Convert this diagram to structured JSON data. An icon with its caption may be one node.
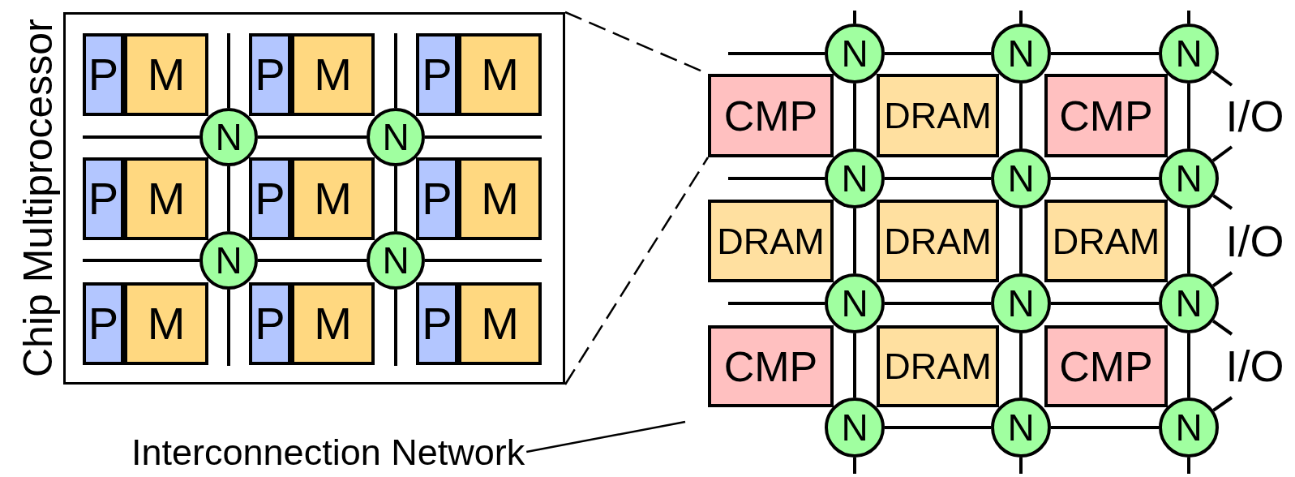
{
  "diagram": {
    "nodes": [
      {
        "text": [
          "Chip Multiprocessor"
        ]
      },
      {
        "text": [
          "P"
        ],
        "in": 0
      },
      {
        "text": [
          "M"
        ],
        "in": 0
      },
      {
        "text": [
          "P"
        ],
        "in": 0
      },
      {
        "text": [
          "M"
        ],
        "in": 0
      },
      {
        "text": [
          "P"
        ],
        "in": 0
      },
      {
        "text": [
          "M"
        ],
        "in": 0
      },
      {
        "text": [
          "N"
        ],
        "in": 0
      },
      {
        "text": [
          "N"
        ],
        "in": 0
      },
      {
        "text": [
          "P"
        ],
        "in": 0
      },
      {
        "text": [
          "M"
        ],
        "in": 0
      },
      {
        "text": [
          "P"
        ],
        "in": 0
      },
      {
        "text": [
          "M"
        ],
        "in": 0
      },
      {
        "text": [
          "P"
        ],
        "in": 0
      },
      {
        "text": [
          "M"
        ],
        "in": 0
      },
      {
        "text": [
          "N"
        ],
        "in": 0
      },
      {
        "text": [
          "N"
        ],
        "in": 0
      },
      {
        "text": [
          "P"
        ],
        "in": 0
      },
      {
        "text": [
          "M"
        ],
        "in": 0
      },
      {
        "text": [
          "P"
        ],
        "in": 0
      },
      {
        "text": [
          "M"
        ],
        "in": 0
      },
      {
        "text": [
          "P"
        ],
        "in": 0
      },
      {
        "text": [
          "M"
        ],
        "in": 0
      },
      {
        "text": [
          "N"
        ]
      },
      {
        "text": [
          "N"
        ]
      },
      {
        "text": [
          "N"
        ]
      },
      {
        "text": [
          "CMP"
        ]
      },
      {
        "text": [
          "DRAM"
        ]
      },
      {
        "text": [
          "CMP"
        ]
      },
      {
        "text": [
          "I/O"
        ]
      },
      {
        "text": [
          "N"
        ]
      },
      {
        "text": [
          "N"
        ]
      },
      {
        "text": [
          "N"
        ]
      },
      {
        "text": [
          "DRAM"
        ]
      },
      {
        "text": [
          "DRAM"
        ]
      },
      {
        "text": [
          "DRAM"
        ]
      },
      {
        "text": [
          "I/O"
        ]
      },
      {
        "text": [
          "N"
        ]
      },
      {
        "text": [
          "N"
        ]
      },
      {
        "text": [
          "N"
        ]
      },
      {
        "text": [
          "CMP"
        ]
      },
      {
        "text": [
          "DRAM"
        ]
      },
      {
        "text": [
          "CMP"
        ]
      },
      {
        "text": [
          "I/O"
        ]
      },
      {
        "text": [
          "N"
        ]
      },
      {
        "text": [
          "N"
        ]
      },
      {
        "text": [
          "N"
        ]
      },
      {
        "text": [
          "Interconnection Network"
        ]
      }
    ],
    "edges": [
      {
        "from": 7,
        "to": 8,
        "arrow": "none"
      },
      {
        "from": 15,
        "to": 16,
        "arrow": "none"
      },
      {
        "from": 7,
        "to": 15,
        "arrow": "none"
      },
      {
        "from": 8,
        "to": 16,
        "arrow": "none"
      },
      {
        "from": 0,
        "to": 26,
        "arrow": "none",
        "style": "dashed"
      },
      {
        "from": 0,
        "to": 26,
        "arrow": "none",
        "style": "dashed"
      },
      {
        "from": 23,
        "to": 24,
        "arrow": "none"
      },
      {
        "from": 24,
        "to": 25,
        "arrow": "none"
      },
      {
        "from": 30,
        "to": 31,
        "arrow": "none"
      },
      {
        "from": 31,
        "to": 32,
        "arrow": "none"
      },
      {
        "from": 37,
        "to": 38,
        "arrow": "none"
      },
      {
        "from": 38,
        "to": 39,
        "arrow": "none"
      },
      {
        "from": 44,
        "to": 45,
        "arrow": "none"
      },
      {
        "from": 45,
        "to": 46,
        "arrow": "none"
      },
      {
        "from": 23,
        "to": 30,
        "arrow": "none"
      },
      {
        "from": 30,
        "to": 37,
        "arrow": "none"
      },
      {
        "from": 37,
        "to": 44,
        "arrow": "none"
      },
      {
        "from": 24,
        "to": 31,
        "arrow": "none"
      },
      {
        "from": 31,
        "to": 38,
        "arrow": "none"
      },
      {
        "from": 38,
        "to": 45,
        "arrow": "none"
      },
      {
        "from": 25,
        "to": 32,
        "arrow": "none"
      },
      {
        "from": 32,
        "to": 39,
        "arrow": "none"
      },
      {
        "from": 39,
        "to": 46,
        "arrow": "none"
      },
      {
        "from": 25,
        "to": 29,
        "arrow": "none"
      },
      {
        "from": 32,
        "to": 29,
        "arrow": "none"
      },
      {
        "from": 32,
        "to": 36,
        "arrow": "none"
      },
      {
        "from": 39,
        "to": 36,
        "arrow": "none"
      },
      {
        "from": 39,
        "to": 43,
        "arrow": "none"
      },
      {
        "from": 46,
        "to": 43,
        "arrow": "none"
      },
      {
        "from": 47,
        "to": null,
        "arrow": "none"
      }
    ]
  }
}
